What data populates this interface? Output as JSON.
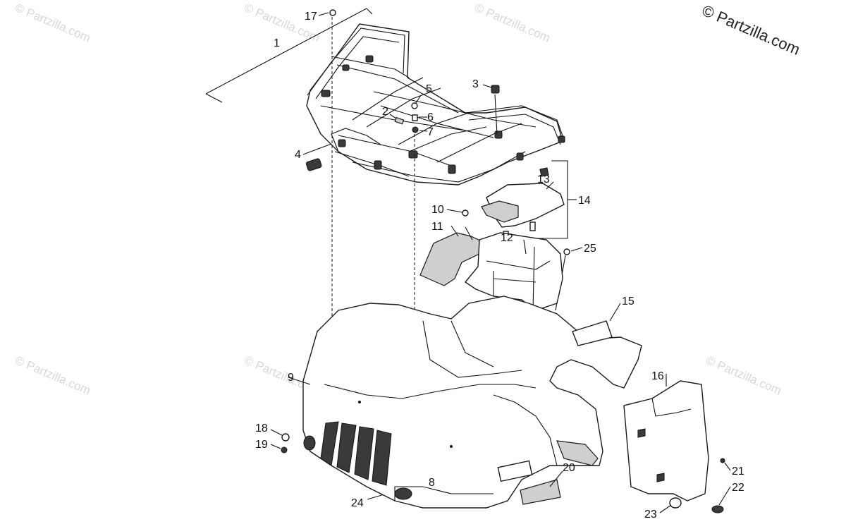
{
  "copyright": "© Partzilla.com",
  "watermark": "© Partzilla.com",
  "callouts": [
    "1",
    "2",
    "3",
    "4",
    "5",
    "6",
    "7",
    "8",
    "9",
    "10",
    "11",
    "12",
    "13",
    "14",
    "15",
    "16",
    "17",
    "18",
    "19",
    "20",
    "21",
    "22",
    "23",
    "24",
    "25"
  ]
}
